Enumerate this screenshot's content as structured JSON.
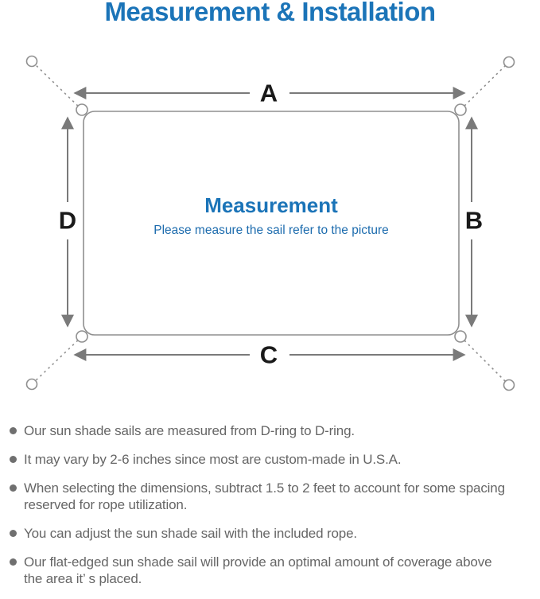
{
  "title": "Measurement & Installation",
  "diagram": {
    "label_a": "A",
    "label_b": "B",
    "label_c": "C",
    "label_d": "D",
    "center_heading": "Measurement",
    "center_subtitle": "Please measure the sail refer to the picture"
  },
  "notes": [
    "Our sun shade sails are measured from D-ring to D-ring.",
    "It may vary by 2-6 inches since most are custom-made in U.S.A.",
    "When selecting the dimensions, subtract 1.5 to 2 feet to account for some spacing\nreserved for rope utilization.",
    "You can adjust the sun shade sail with the included rope.",
    "Our flat-edged sun shade sail will provide an optimal amount of coverage above\nthe area it’ s placed."
  ],
  "colors": {
    "accent_blue": "#1b74b8",
    "subtitle_blue": "#1d6cae",
    "line_gray": "#8f8f8f",
    "arrow_gray": "#7a7a7a",
    "note_text_gray": "#666666",
    "label_black": "#1a1a1a"
  }
}
